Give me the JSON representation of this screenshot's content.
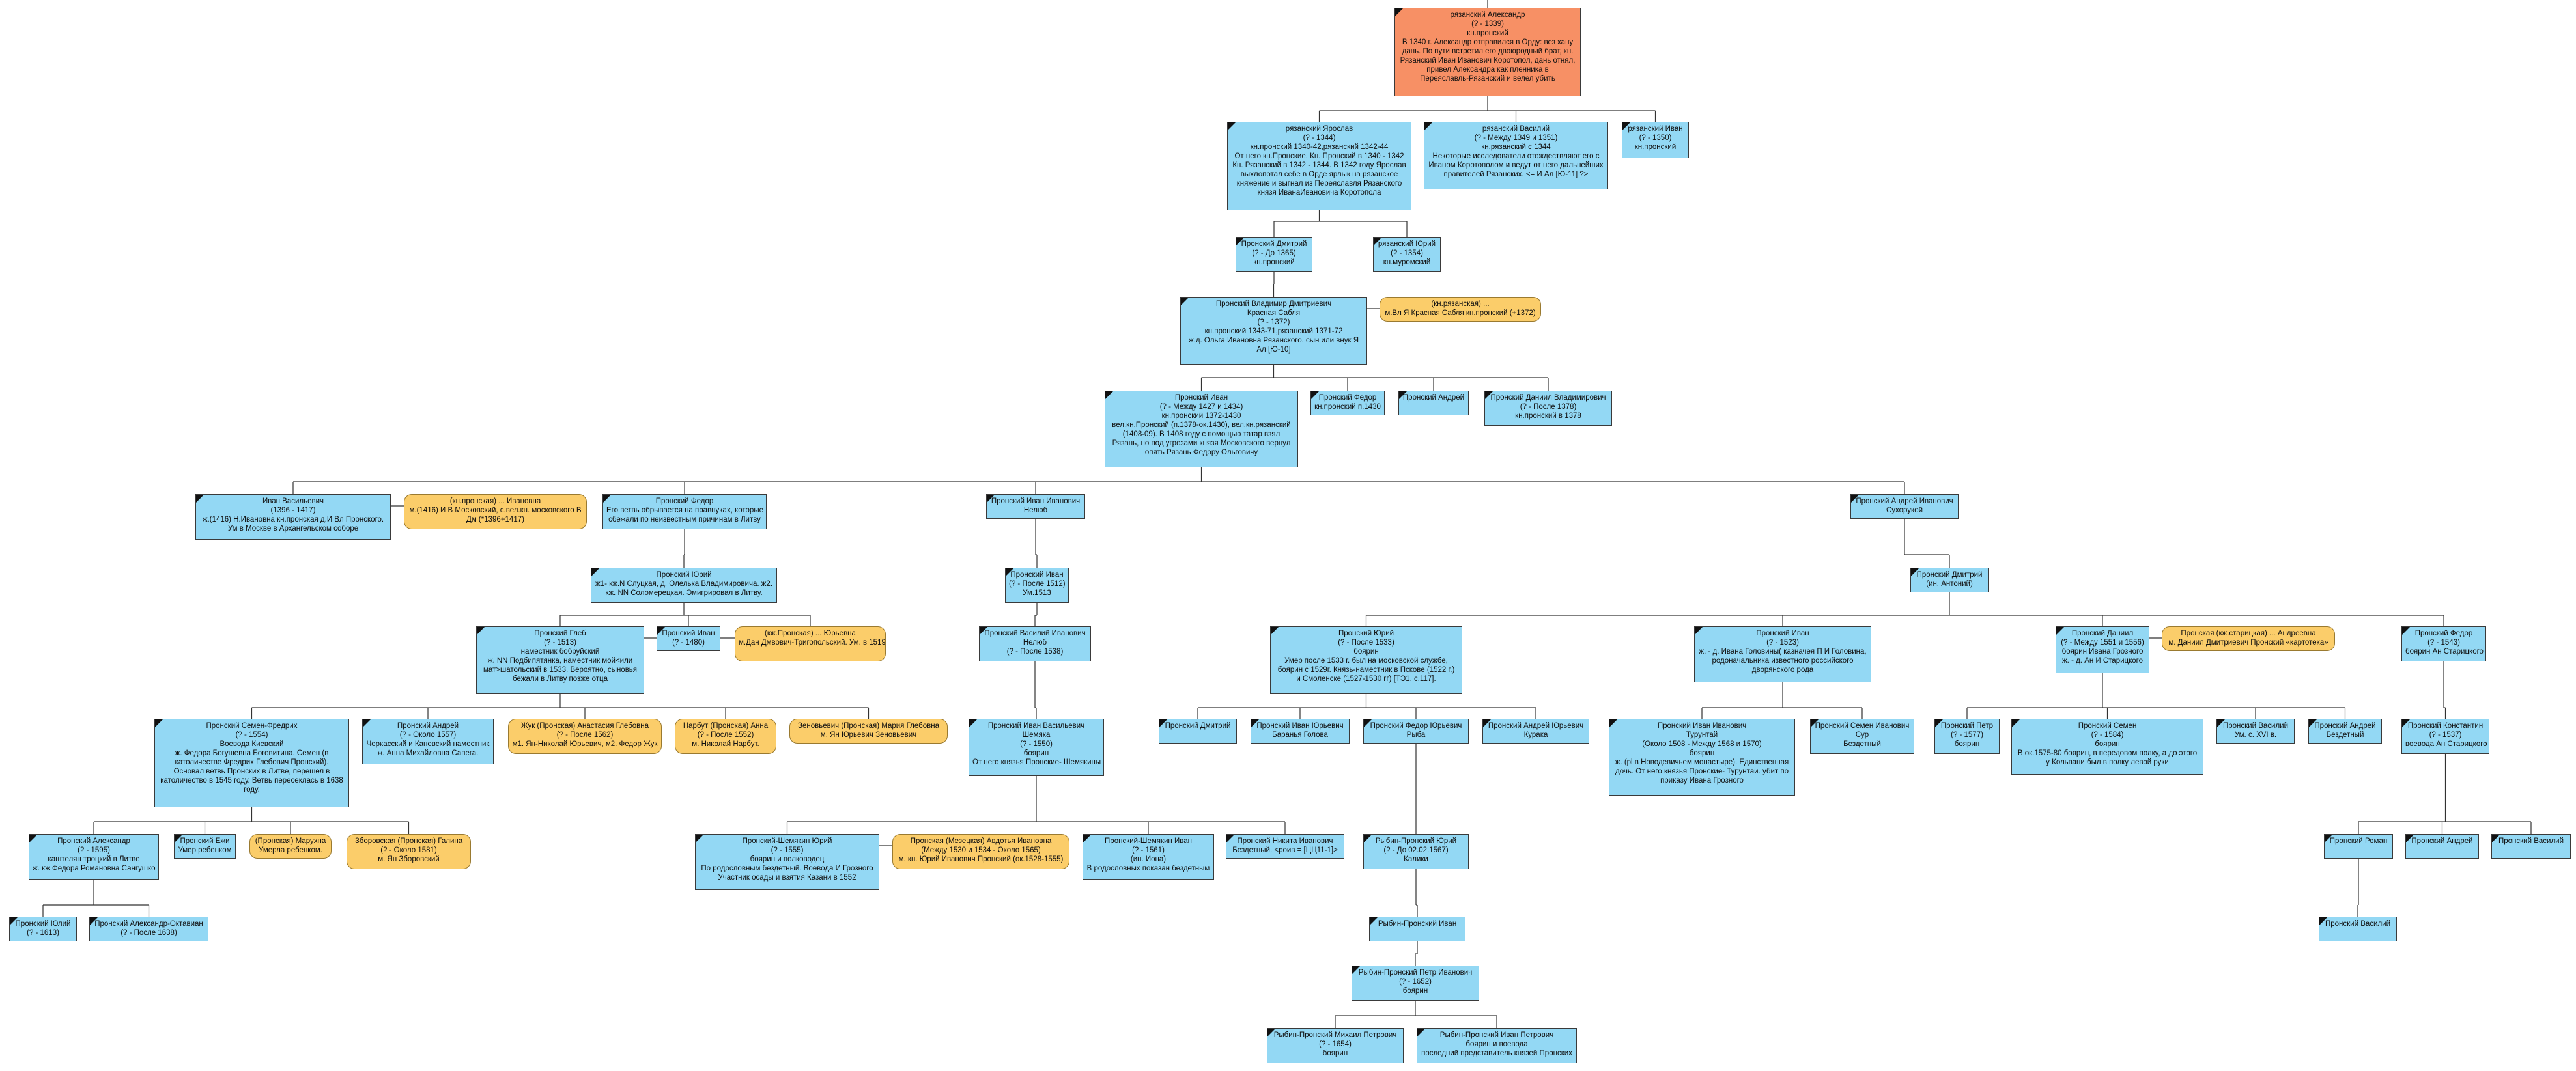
{
  "nodes": [
    {
      "id": "n1",
      "type": "root",
      "lines": [
        "рязанский Александр",
        "(? - 1339)",
        "кн.пронский",
        "В 1340 г. Александр отправился в Орду: вез хану",
        "дань. По пути встретил его двоюродный брат, кн.",
        "Рязанский Иван Иванович Коротопол, дань отнял,",
        "привел Александра как пленника в",
        "Переяславль-Рязанский и велел убить"
      ]
    },
    {
      "id": "n2",
      "type": "man",
      "lines": [
        "рязанский Ярослав",
        "(? - 1344)",
        "кн.пронский 1340-42,рязанский 1342-44",
        "От него кн.Пронские. Кн. Пронский в 1340 - 1342",
        "Кн. Рязанский в 1342 - 1344. В 1342 году Ярослав",
        "выхлопотал себе в Орде ярлык на рязанское",
        "княжение и выгнал из Переяславля Рязанского",
        "князя ИванаИвановича Коротопола"
      ]
    },
    {
      "id": "n3",
      "type": "man",
      "lines": [
        "рязанский Василий",
        "(? - Между 1349 и 1351)",
        "кн.рязанский с 1344",
        "Некоторые исследователи отождествляют его с",
        "Иваном Коротополом и ведут от него дальнейших",
        "правителей Рязанских. <= И Ал [Ю-11] ?>"
      ]
    },
    {
      "id": "n4",
      "type": "man",
      "lines": [
        "рязанский Иван",
        "(? - 1350)",
        "кн.пронский"
      ]
    },
    {
      "id": "n5",
      "type": "man",
      "lines": [
        "Пронский Дмитрий",
        "(? - До 1365)",
        "кн.пронский"
      ]
    },
    {
      "id": "n6",
      "type": "man",
      "lines": [
        "рязанский Юрий",
        "(? - 1354)",
        "кн.муромский"
      ]
    },
    {
      "id": "n7",
      "type": "man",
      "lines": [
        "Пронский Владимир Дмитриевич",
        "Красная Сабля",
        "(? - 1372)",
        "кн.пронский 1343-71,рязанский 1371-72",
        "ж.д. Ольга Ивановна Рязанского. сын или внук Я",
        "Ал [Ю-10]"
      ]
    },
    {
      "id": "n8",
      "type": "wife",
      "lines": [
        "(кн.рязанская) ...",
        "м.Вл Я Красная Сабля кн.пронский (+1372)"
      ]
    },
    {
      "id": "n9",
      "type": "man",
      "lines": [
        "Пронский Иван",
        "(? - Между 1427 и 1434)",
        "кн.пронский 1372-1430",
        "вел.кн.Пронский (п.1378-ок.1430), вел.кн.рязанский",
        "(1408-09). В 1408 году с помощью татар взял",
        "Рязань, но под угрозами князя Московского вернул",
        "опять Рязань Федору Ольговичу"
      ]
    },
    {
      "id": "n10",
      "type": "man",
      "lines": [
        "Пронский Федор",
        "кн.пронский п.1430"
      ]
    },
    {
      "id": "n11",
      "type": "man",
      "lines": [
        "Пронский Андрей"
      ]
    },
    {
      "id": "n12",
      "type": "man",
      "lines": [
        "Пронский Даниил Владимирович",
        "(? - После 1378)",
        "кн.пронский в 1378"
      ]
    },
    {
      "id": "n13",
      "type": "man",
      "lines": [
        "Иван Васильевич",
        "(1396 - 1417)",
        "ж.(1416) Н.Ивановна кн.пронская д.И Вл Пронского.",
        "Ум в Москве в Архангельском соборе"
      ]
    },
    {
      "id": "n14",
      "type": "wife",
      "lines": [
        "(кн.пронская) ... Ивановна",
        "м.(1416) И В Московский, с.вел.кн. московского В",
        "Дм (*1396+1417)"
      ]
    },
    {
      "id": "n15",
      "type": "man",
      "lines": [
        "Пронский Федор",
        "Его ветвь обрывается на правнуках, которые",
        "сбежали по неизвестным причинам в Литву"
      ]
    },
    {
      "id": "n16",
      "type": "man",
      "lines": [
        "Пронский Иван Иванович",
        "Нелюб"
      ]
    },
    {
      "id": "n17",
      "type": "man",
      "lines": [
        "Пронский Андрей Иванович",
        "Сухорукой"
      ]
    },
    {
      "id": "n18",
      "type": "man",
      "lines": [
        "Пронский Юрий",
        "ж1- кж.N Слуцкая, д. Олелька Владимировича. ж2.",
        "кж. NN Соломерецкая. Эмигрировал в Литву."
      ]
    },
    {
      "id": "n19",
      "type": "man",
      "lines": [
        "Пронский Иван",
        "(? - После 1512)",
        "Ум.1513"
      ]
    },
    {
      "id": "n20",
      "type": "man",
      "lines": [
        "Пронский Дмитрий",
        "(ин. Антоний)"
      ]
    },
    {
      "id": "n21",
      "type": "man",
      "lines": [
        "Пронский Глеб",
        "(? - 1513)",
        "наместник бобруйский",
        "ж. NN Подбипятянка, наместник мой<или",
        "мат>шатольский в 1533. Вероятно, сыновья",
        "бежали в Литву позже отца"
      ]
    },
    {
      "id": "n22",
      "type": "man",
      "lines": [
        "Пронский Иван",
        "(? - 1480)"
      ]
    },
    {
      "id": "n23",
      "type": "wife",
      "lines": [
        "(кж.Пронская) ... Юрьевна",
        "м.Дан Дмвович-Тригопольский. Ум. в 1519"
      ]
    },
    {
      "id": "n24",
      "type": "man",
      "lines": [
        "Пронский Василий Иванович",
        "Нелюб",
        "(? - После 1538)"
      ]
    },
    {
      "id": "n25",
      "type": "man",
      "lines": [
        "Пронский Юрий",
        "(? - После 1533)",
        "боярин",
        "Умер после 1533 г. был на московской службе,",
        "боярин с 1529г. Князь-наместник в Пскове (1522 г.)",
        "и Смоленске (1527-1530 гг) [ТЭ1, с.117]."
      ]
    },
    {
      "id": "n26",
      "type": "man",
      "lines": [
        "Пронский Иван",
        "(? - 1523)",
        "ж. - д. Ивана Головины( казначея П И Головина,",
        "родоначальника известного российского",
        "дворянского рода"
      ]
    },
    {
      "id": "n27",
      "type": "man",
      "lines": [
        "Пронский Даниил",
        "(? - Между 1551 и 1556)",
        "боярин Ивана Грозного",
        "ж. - д. Ан И Старицкого"
      ]
    },
    {
      "id": "n28",
      "type": "wife",
      "lines": [
        "Пронская (кж.старицкая) ... Андреевна",
        "м. Даниил Дмитриевич Пронский «картотека»"
      ]
    },
    {
      "id": "n29",
      "type": "man",
      "lines": [
        "Пронский Федор",
        "(? - 1543)",
        "боярин Ан Старицкого"
      ]
    },
    {
      "id": "n30",
      "type": "man",
      "lines": [
        "Пронский Семен-Фредрих",
        "(? - 1554)",
        "Воевода Киевский",
        "ж. Федора Богушевна Боговитина. Семен (в",
        "католичестве Фредрих Глебович Пронский).",
        "Основал ветвь Пронских в Литве, перешел в",
        "католичество в 1545 году. Ветвь пересеклась в 1638",
        "году."
      ]
    },
    {
      "id": "n31",
      "type": "man",
      "lines": [
        "Пронский Андрей",
        "(? - Около 1557)",
        "Черкасский и Каневский наместник",
        "ж. Анна Михайловна Сапега."
      ]
    },
    {
      "id": "n32",
      "type": "wife",
      "lines": [
        "Жук (Пронская) Анастасия Глебовна",
        "(? - После 1562)",
        "м1. Ян-Николай Юрьевич, м2. Федор Жук"
      ]
    },
    {
      "id": "n33",
      "type": "wife",
      "lines": [
        "Нарбут (Пронская) Анна",
        "(? - После 1552)",
        "м. Николай Нарбут."
      ]
    },
    {
      "id": "n34",
      "type": "wife",
      "lines": [
        "Зеновьевич (Пронская) Мария Глебовна",
        "м. Ян Юрьевич Зеновьевич"
      ]
    },
    {
      "id": "n35",
      "type": "man",
      "lines": [
        "Пронский Иван Васильевич",
        "Шемяка",
        "(? - 1550)",
        "боярин",
        "От него князья Пронские- Шемякины"
      ]
    },
    {
      "id": "n36",
      "type": "man",
      "lines": [
        "Пронский Дмитрий"
      ]
    },
    {
      "id": "n37",
      "type": "man",
      "lines": [
        "Пронский Иван Юрьевич",
        "Баранья Голова"
      ]
    },
    {
      "id": "n38",
      "type": "man",
      "lines": [
        "Пронский Федор Юрьевич",
        "Рыба"
      ]
    },
    {
      "id": "n39",
      "type": "man",
      "lines": [
        "Пронский Андрей Юрьевич",
        "Курака"
      ]
    },
    {
      "id": "n40",
      "type": "man",
      "lines": [
        "Пронский Иван Иванович",
        "Турунтай",
        "(Около 1508 - Между 1568 и 1570)",
        "боярин",
        "ж. (pl в Новодевичьем монастыре). Единственная",
        "дочь. От него князья Пронские- Турунтаи. убит по",
        "приказу Ивана Грозного"
      ]
    },
    {
      "id": "n41",
      "type": "man",
      "lines": [
        "Пронский Семен Иванович",
        "Сур",
        "Бездетный"
      ]
    },
    {
      "id": "n42",
      "type": "man",
      "lines": [
        "Пронский Петр",
        "(? - 1577)",
        "боярин"
      ]
    },
    {
      "id": "n43",
      "type": "man",
      "lines": [
        "Пронский Семен",
        "(? - 1584)",
        "боярин",
        "В ок.1575-80 боярин, в передовом полку, а до этого",
        "у Кольвани был в полку левой руки"
      ]
    },
    {
      "id": "n44",
      "type": "man",
      "lines": [
        "Пронский Василий",
        "Ум. с. XVI в."
      ]
    },
    {
      "id": "n45",
      "type": "man",
      "lines": [
        "Пронский Андрей",
        "Бездетный"
      ]
    },
    {
      "id": "n46",
      "type": "man",
      "lines": [
        "Пронский Константин",
        "(? - 1537)",
        "воевода Ан Старицкого"
      ]
    },
    {
      "id": "n47",
      "type": "man",
      "lines": [
        "Пронский Александр",
        "(? - 1595)",
        "каштелян троцкий в Литве",
        "ж. кж Федора Романовна Сангушко"
      ]
    },
    {
      "id": "n48",
      "type": "man",
      "lines": [
        "Пронский Ежи",
        "Умер ребенком"
      ]
    },
    {
      "id": "n49",
      "type": "wife",
      "lines": [
        "(Пронская) Марухна",
        "Умерла ребенком."
      ]
    },
    {
      "id": "n50",
      "type": "wife",
      "lines": [
        "Зборовская (Пронская) Галина",
        "(? - Около 1581)",
        "м. Ян Зборовский"
      ]
    },
    {
      "id": "n51",
      "type": "man",
      "lines": [
        "Пронский-Шемякин Юрий",
        "(? - 1555)",
        "боярин и полководец",
        "По родословным бездетный. Воевода И Грозного",
        "Участник осады и взятия Казани в 1552"
      ]
    },
    {
      "id": "n52",
      "type": "wife",
      "lines": [
        "Пронская (Мезецкая) Авдотья Ивановна",
        "(Между 1530 и 1534 - Около 1565)",
        "м. кн. Юрий Иванович Пронский (ок.1528-1555)"
      ]
    },
    {
      "id": "n53",
      "type": "man",
      "lines": [
        "Пронский-Шемякин Иван",
        "(? - 1561)",
        "(ин. Иона)",
        "В родословных показан бездетным"
      ]
    },
    {
      "id": "n54",
      "type": "man",
      "lines": [
        "Пронский Никита Иванович",
        "Бездетный. <роив = [ЦЦ11-1]>"
      ]
    },
    {
      "id": "n55",
      "type": "man",
      "lines": [
        "Рыбин-Пронский Юрий",
        "(? - До 02.02.1567)",
        "Калики"
      ]
    },
    {
      "id": "n56",
      "type": "man",
      "lines": [
        "Пронский Роман"
      ]
    },
    {
      "id": "n57",
      "type": "man",
      "lines": [
        "Пронский Андрей"
      ]
    },
    {
      "id": "n58",
      "type": "man",
      "lines": [
        "Пронский Василий"
      ]
    },
    {
      "id": "n59",
      "type": "man",
      "lines": [
        "Пронский Юлий",
        "(? - 1613)"
      ]
    },
    {
      "id": "n60",
      "type": "man",
      "lines": [
        "Пронский Александр-Октавиан",
        "(? - После 1638)"
      ]
    },
    {
      "id": "n61",
      "type": "man",
      "lines": [
        "Рыбин-Пронский Иван"
      ]
    },
    {
      "id": "n62",
      "type": "man",
      "lines": [
        "Пронский Василий"
      ]
    },
    {
      "id": "n63",
      "type": "man",
      "lines": [
        "Рыбин-Пронский Петр Иванович",
        "(? - 1652)",
        "боярин"
      ]
    },
    {
      "id": "n64",
      "type": "man",
      "lines": [
        "Рыбин-Пронский Михаил Петрович",
        "(? - 1654)",
        "боярин"
      ]
    },
    {
      "id": "n65",
      "type": "man",
      "lines": [
        "Рыбин-Пронский Иван Петрович",
        "боярин и воевода",
        "последний представитель князей Пронских"
      ]
    }
  ]
}
